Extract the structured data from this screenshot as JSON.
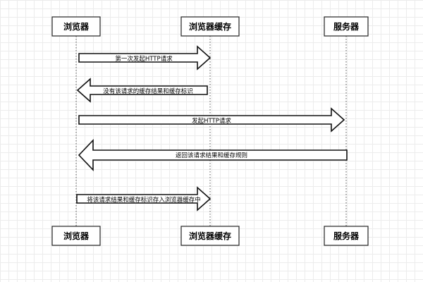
{
  "participants": {
    "browser": "浏览器",
    "browser_cache": "浏览器缓存",
    "server": "服务器"
  },
  "messages": [
    {
      "label": "第一次发起HTTP请求",
      "from": "browser",
      "to": "browser_cache"
    },
    {
      "label": "没有该请求的缓存结果和缓存标识",
      "from": "browser_cache",
      "to": "browser"
    },
    {
      "label": "发起HTTP请求",
      "from": "browser",
      "to": "server"
    },
    {
      "label": "返回该请求结果和缓存规则",
      "from": "server",
      "to": "browser"
    },
    {
      "label": "将该请求结果和缓存标识存入浏览器缓存中",
      "from": "browser",
      "to": "browser_cache"
    }
  ]
}
